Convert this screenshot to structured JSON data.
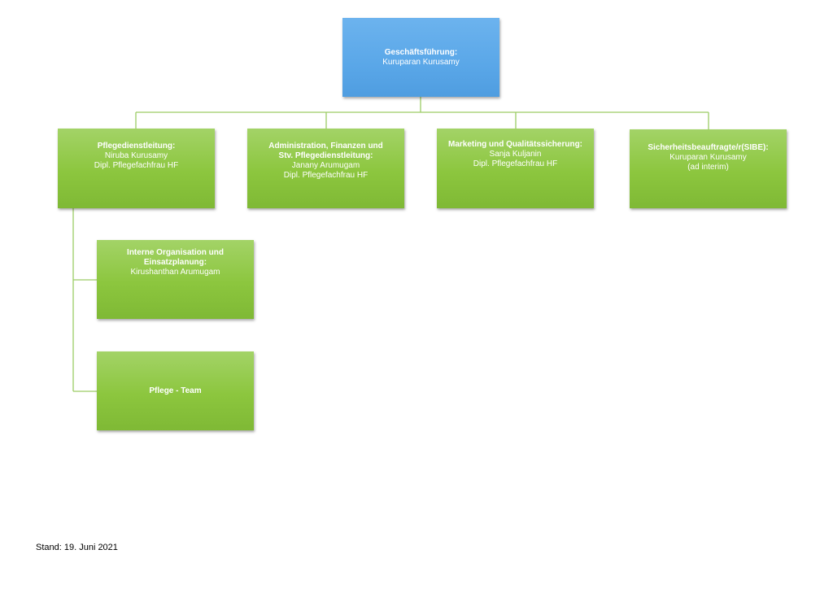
{
  "org": {
    "ceo": {
      "title": "Geschäftsführung:",
      "lines": [
        "Kuruparan Kurusamy"
      ]
    },
    "departments": [
      {
        "title": "Pflegedienstleitung:",
        "lines": [
          "Niruba Kurusamy",
          "Dipl. Pflegefachfrau HF"
        ]
      },
      {
        "title_lines": [
          "Administration, Finanzen und",
          "Stv. Pflegedienstleitung:"
        ],
        "lines": [
          "Janany Arumugam",
          "Dipl. Pflegefachfrau HF"
        ]
      },
      {
        "title": "Marketing und Qualitätssicherung:",
        "lines": [
          "Sanja Kuljanin",
          "Dipl. Pflegefachfrau HF"
        ]
      },
      {
        "title": "Sicherheitsbeauftragte/r(SIBE):",
        "lines": [
          "Kuruparan Kurusamy",
          "(ad interim)"
        ]
      }
    ],
    "sub_units": [
      {
        "title_lines": [
          "Interne Organisation und",
          "Einsatzplanung:"
        ],
        "lines": [
          "Kirushanthan Arumugam"
        ]
      },
      {
        "title": "Pflege - Team"
      }
    ]
  },
  "footer": {
    "stand": "Stand: 19. Juni 2021"
  },
  "colors": {
    "node_green": "#8cc63e",
    "node_blue": "#5aa7e8",
    "connector": "#9ccc65"
  }
}
